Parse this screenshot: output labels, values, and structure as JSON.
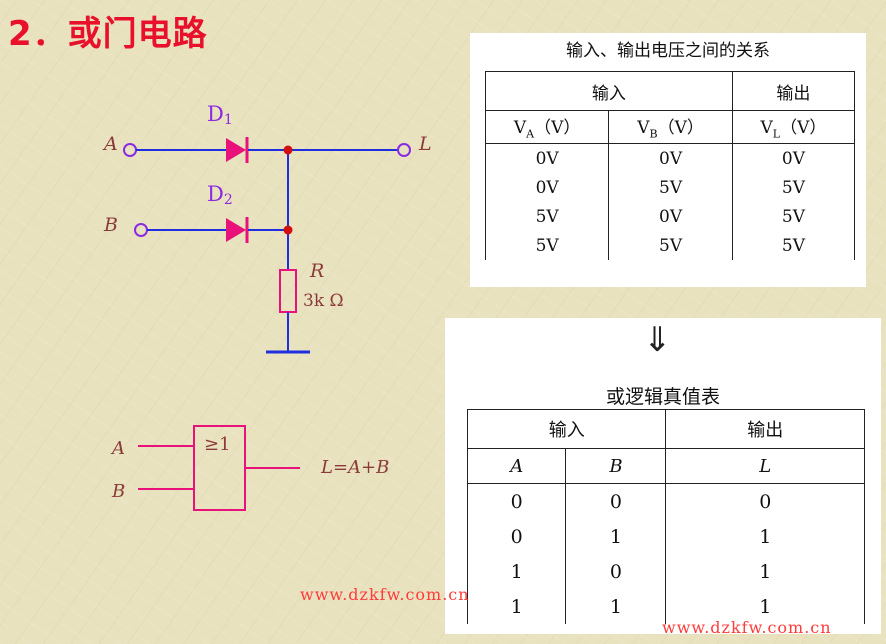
{
  "title": "2．或门电路",
  "circuit": {
    "input_a": "A",
    "input_b": "B",
    "output": "L",
    "diode1_label": "D",
    "diode1_sub": "1",
    "diode2_label": "D",
    "diode2_sub": "2",
    "resistor_label": "R",
    "resistor_value": "3k Ω"
  },
  "gate": {
    "symbol": "≥1",
    "input_a": "A",
    "input_b": "B",
    "expression": "L=A+B"
  },
  "voltage_table": {
    "caption": "输入、输出电压之间的关系",
    "group_input": "输入",
    "group_output": "输出",
    "col_va": "V",
    "col_va_sub": "A",
    "col_va_unit": "（V）",
    "col_vb": "V",
    "col_vb_sub": "B",
    "col_vb_unit": "（V）",
    "col_vl": "V",
    "col_vl_sub": "L",
    "col_vl_unit": "（V）",
    "rows": [
      [
        "0V",
        "0V",
        "0V"
      ],
      [
        "0V",
        "5V",
        "5V"
      ],
      [
        "5V",
        "0V",
        "5V"
      ],
      [
        "5V",
        "5V",
        "5V"
      ]
    ]
  },
  "arrow": "⇓",
  "truth_table": {
    "caption": "或逻辑真值表",
    "group_input": "输入",
    "group_output": "输出",
    "col_a": "A",
    "col_b": "B",
    "col_l": "L",
    "rows": [
      [
        "0",
        "0",
        "0"
      ],
      [
        "0",
        "1",
        "1"
      ],
      [
        "1",
        "0",
        "1"
      ],
      [
        "1",
        "1",
        "1"
      ]
    ]
  },
  "watermarks": [
    "www.dzkfw.com.cn",
    "www.dzkfw.com.cn"
  ],
  "colors": {
    "title": "#e8102a",
    "wire": "#1f2fe0",
    "diode": "#e8127a",
    "junction": "#d01010",
    "terminal": "#8a2be2",
    "label": "#8b3a3a",
    "watermark": "#ff3b3b"
  }
}
